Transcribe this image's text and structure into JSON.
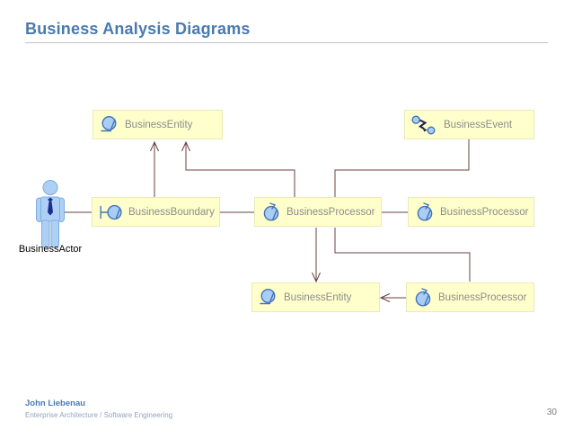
{
  "header": {
    "title": "Business Analysis Diagrams"
  },
  "diagram": {
    "actor": {
      "label": "BusinessActor",
      "icon": "businessman-figure"
    },
    "nodes": [
      {
        "id": "businessentity-top",
        "label": "BusinessEntity",
        "icon": "entity-icon"
      },
      {
        "id": "businessevent",
        "label": "BusinessEvent",
        "icon": "event-icon"
      },
      {
        "id": "businessboundary",
        "label": "BusinessBoundary",
        "icon": "boundary-icon"
      },
      {
        "id": "businessprocessor-mid",
        "label": "BusinessProcessor",
        "icon": "processor-icon"
      },
      {
        "id": "businessprocessor-right",
        "label": "BusinessProcessor",
        "icon": "processor-icon"
      },
      {
        "id": "businessentity-bottom",
        "label": "BusinessEntity",
        "icon": "entity-icon"
      },
      {
        "id": "businessprocessor-bottom",
        "label": "BusinessProcessor",
        "icon": "processor-icon"
      }
    ],
    "edges": [
      {
        "from": "businessactor",
        "to": "businessboundary",
        "style": "line"
      },
      {
        "from": "businessboundary",
        "to": "businessentity-top",
        "style": "arrow"
      },
      {
        "from": "businessboundary",
        "to": "businessprocessor-mid",
        "style": "line"
      },
      {
        "from": "businessprocessor-mid",
        "to": "businessentity-top",
        "style": "arrow"
      },
      {
        "from": "businessprocessor-mid",
        "to": "businessevent",
        "style": "line"
      },
      {
        "from": "businessprocessor-mid",
        "to": "businessprocessor-right",
        "style": "line"
      },
      {
        "from": "businessprocessor-mid",
        "to": "businessentity-bottom",
        "style": "arrow"
      },
      {
        "from": "businessprocessor-mid",
        "to": "businessprocessor-bottom",
        "style": "line"
      },
      {
        "from": "businessprocessor-bottom",
        "to": "businessentity-bottom",
        "style": "arrow"
      }
    ]
  },
  "footer": {
    "author": "John Liebenau",
    "subtitle": "Enterprise Architecture / Software Engineering",
    "page_number": "30"
  },
  "colors": {
    "title": "#4a7aad",
    "rule": "#c4c4c4",
    "box_fill": "#ffffcc",
    "box_border": "#eaeab8",
    "box_text": "#8c8c8c",
    "connector": "#6b4040",
    "icon_fill": "#a9cdf4",
    "icon_stroke": "#4273b8",
    "event_arrow": "#23234d",
    "actor_fill": "#aed0f5",
    "actor_stroke": "#7fabdd",
    "tie": "#1b2f8f",
    "actor_label": "#000000",
    "footer_author": "#4a7ab5",
    "footer_sub": "#93a3bb",
    "page_number": "#7f7f7f"
  }
}
